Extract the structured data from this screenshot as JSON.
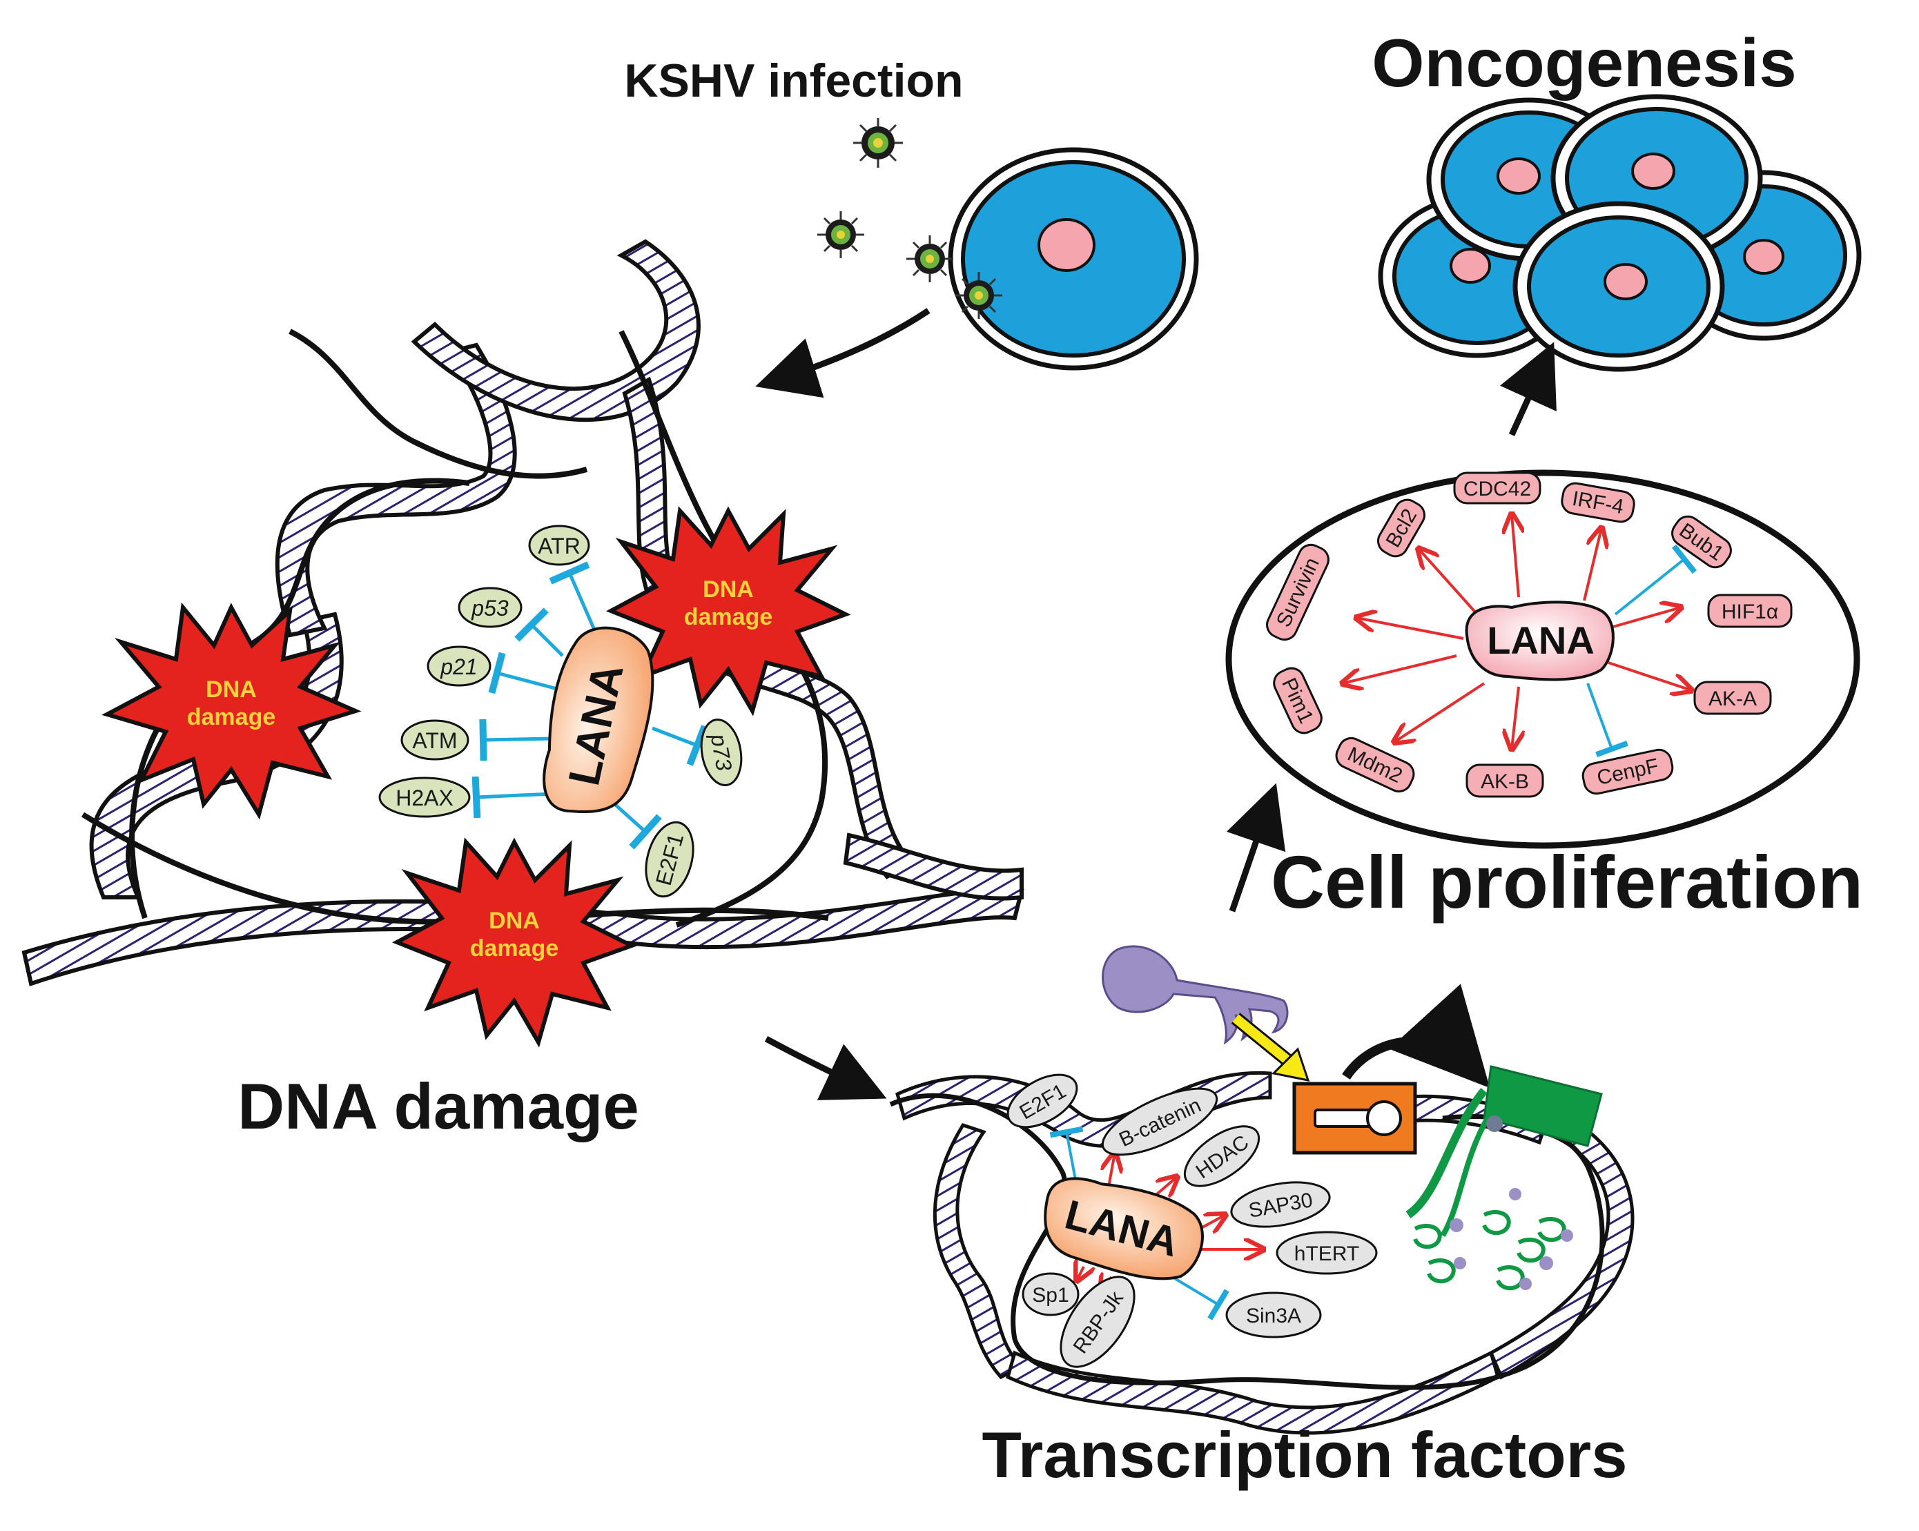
{
  "titles": {
    "kshv_infection": "KSHV infection",
    "oncogenesis": "Oncogenesis",
    "cell_proliferation": "Cell proliferation",
    "dna_damage": "DNA damage",
    "transcription_factors": "Transcription factors"
  },
  "damage_bursts": [
    {
      "line1": "DNA",
      "line2": "damage"
    },
    {
      "line1": "DNA",
      "line2": "damage"
    },
    {
      "line1": "DNA",
      "line2": "damage"
    }
  ],
  "dna_damage_panel": {
    "center": "LANA",
    "inhibited_targets": [
      "ATR",
      "p53",
      "p21",
      "ATM",
      "H2AX",
      "p73",
      "E2F1"
    ]
  },
  "proliferation_panel": {
    "center": "LANA",
    "targets": {
      "bcl2": "Bcl2",
      "cdc42": "CDC42",
      "irf4": "IRF-4",
      "bub1": "Bub1",
      "survivin": "Survivin",
      "hif1a": "HIF1α",
      "pim1": "Pim1",
      "aka": "AK-A",
      "mdm2": "Mdm2",
      "akb": "AK-B",
      "cenpf": "CenpF"
    }
  },
  "transcription_panel": {
    "center": "LANA",
    "targets": {
      "e2f1": "E2F1",
      "bcatenin": "B-catenin",
      "hdac": "HDAC",
      "sap30": "SAP30",
      "htert": "hTERT",
      "sin3a": "Sin3A",
      "sp1": "Sp1",
      "rbpjk": "RBP-Jk"
    }
  },
  "colors": {
    "dna_hatch": "#2e2270",
    "damage_red": "#e4231f",
    "damage_text": "#ffd23a",
    "cell_blue": "#1ea0db",
    "nucleus_pink": "#f4a5ae",
    "node_green": "#d9e4bd",
    "node_pink": "#f5aeb3",
    "node_grey": "#e4e4e4",
    "activation": "#e52d2d",
    "inhibition": "#1ea9dc",
    "promoter_orange": "#ef7a1f",
    "product_green": "#0f9945",
    "factor_purple": "#9c8fc6",
    "yellow_arrow": "#f7e916"
  }
}
